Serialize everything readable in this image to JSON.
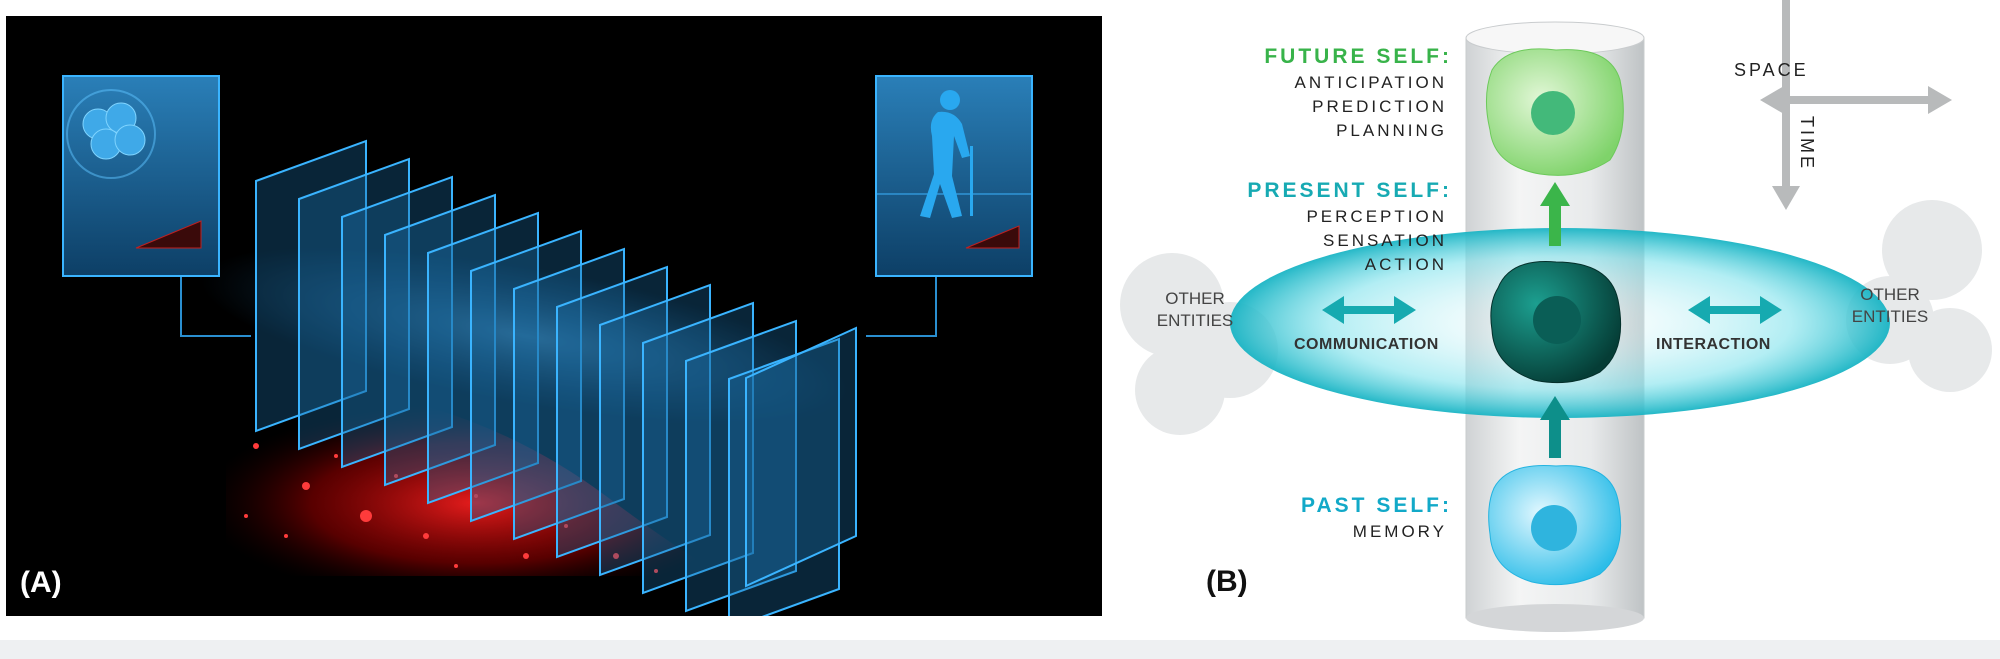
{
  "panel_a": {
    "label": "(A)"
  },
  "panel_b": {
    "label": "(B)",
    "future_self": {
      "heading": "FUTURE SELF:",
      "items": [
        "ANTICIPATION",
        "PREDICTION",
        "PLANNING"
      ]
    },
    "present_self": {
      "heading": "PRESENT SELF:",
      "items": [
        "PERCEPTION",
        "SENSATION",
        "ACTION"
      ]
    },
    "past_self": {
      "heading": "PAST SELF:",
      "items": [
        "MEMORY"
      ]
    },
    "left_entities": {
      "line1": "OTHER",
      "line2": "ENTITIES"
    },
    "right_entities": {
      "line1": "OTHER",
      "line2": "ENTITIES"
    },
    "communication": "COMMUNICATION",
    "interaction": "INTERACTION",
    "axes": {
      "space": "SPACE",
      "time": "TIME"
    },
    "colors": {
      "future": "#38b34a",
      "present": "#17aab3",
      "past": "#12a9c8"
    }
  }
}
